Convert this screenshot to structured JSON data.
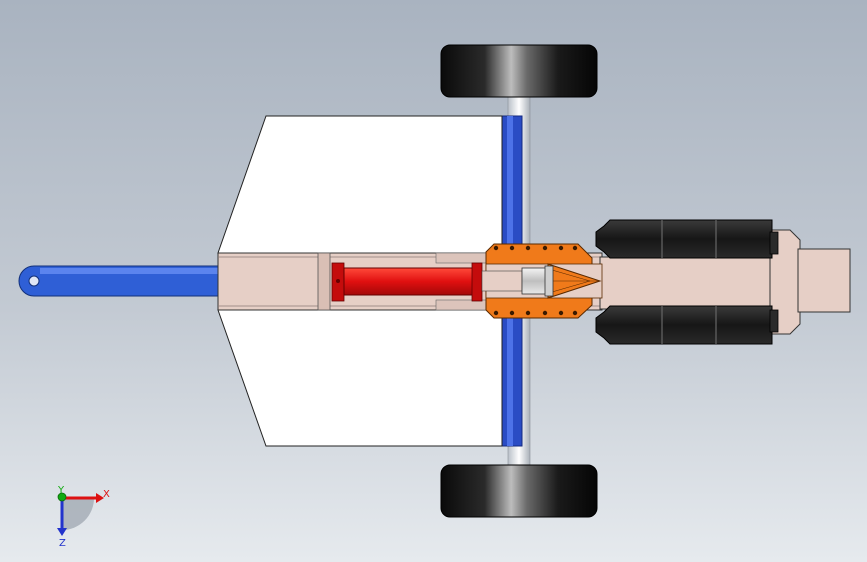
{
  "view": {
    "background_top": "#a9b3c0",
    "background_bottom": "#e6eaee"
  },
  "triad": {
    "x_label": "X",
    "y_label": "Y",
    "z_label": "Z",
    "x_color": "#dd1111",
    "y_color": "#11aa11",
    "z_color": "#2233cc"
  },
  "colors": {
    "tow_bar": "#2f5fd6",
    "hydraulic_cylinder": "#e01010",
    "mount_plate": "#f07a1a",
    "rollers": "#1d1d1d",
    "tires": "#111111",
    "frame": "#e6cfc6",
    "plates": "#ffffff",
    "rail": "#2244bb"
  }
}
